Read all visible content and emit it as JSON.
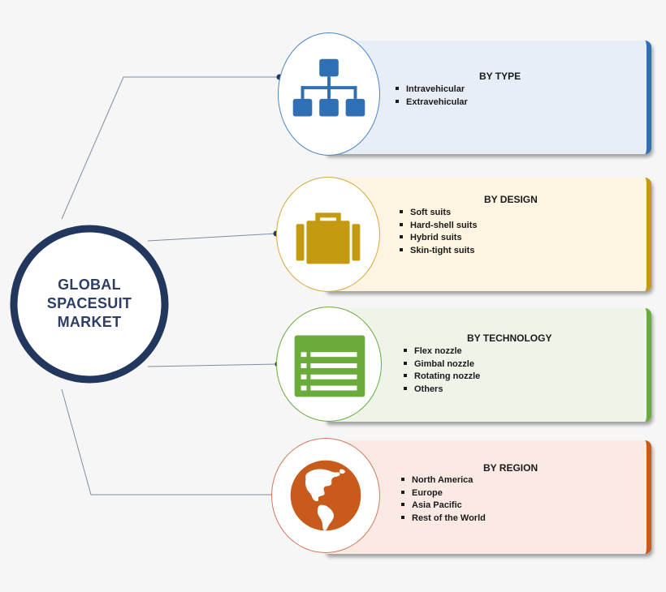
{
  "hub": {
    "lines": [
      "GLOBAL",
      "SPACESUIT",
      "MARKET"
    ],
    "border_color": "#22375e"
  },
  "segments": [
    {
      "title": "BY TYPE",
      "items": [
        "Intravehicular",
        "Extravehicular"
      ],
      "icon": "hierarchy-icon",
      "accent": "#2f6fb4",
      "background": "#e8eef7"
    },
    {
      "title": "BY DESIGN",
      "items": [
        "Soft suits",
        "Hard-shell suits",
        "Hybrid suits",
        "Skin-tight suits"
      ],
      "icon": "briefcase-icon",
      "accent": "#c49a12",
      "background": "#fdf5e1"
    },
    {
      "title": "BY TECHNOLOGY",
      "items": [
        "Flex nozzle",
        "Gimbal nozzle",
        "Rotating nozzle",
        "Others"
      ],
      "icon": "list-window-icon",
      "accent": "#6aab3c",
      "background": "#eef5e8"
    },
    {
      "title": "BY REGION",
      "items": [
        "North America",
        "Europe",
        "Asia Pacific",
        "Rest of the World"
      ],
      "icon": "globe-americas-icon",
      "accent": "#c85a1b",
      "background": "#fbeae4"
    }
  ]
}
